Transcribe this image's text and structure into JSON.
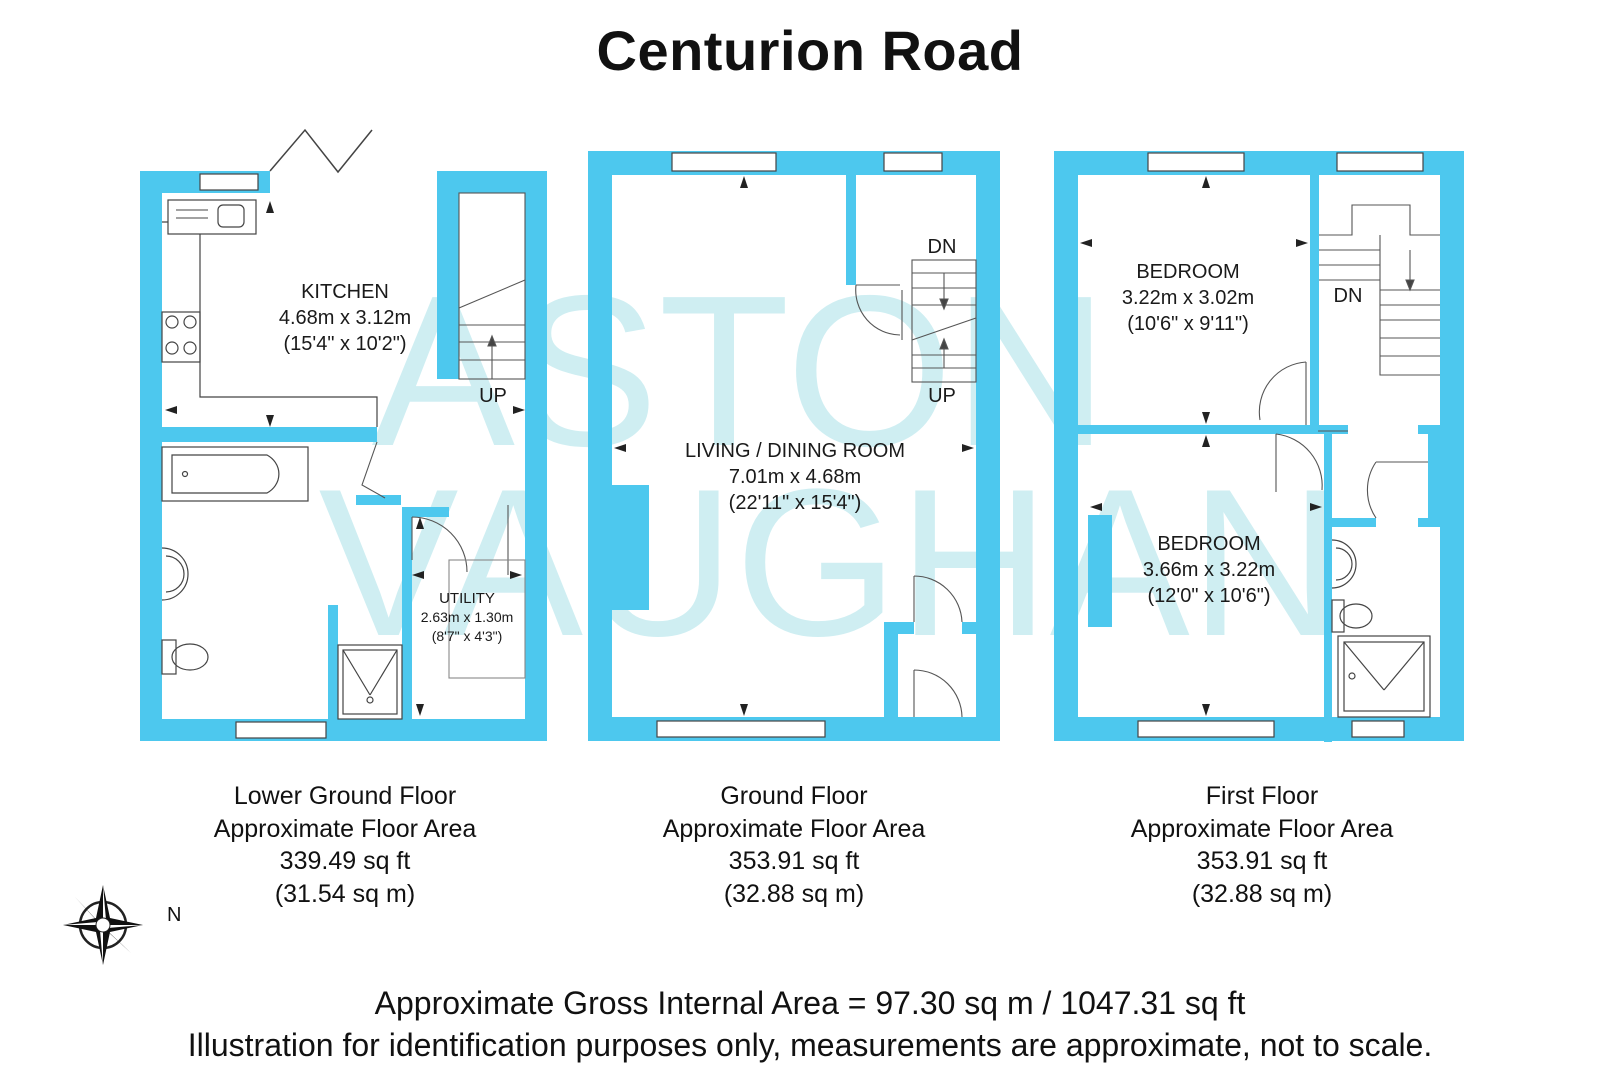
{
  "title": "Centurion Road",
  "watermark": [
    "ASTON",
    "VAUGHAN"
  ],
  "colors": {
    "wall": "#4dc8ee",
    "watermark": "#cdeef2",
    "fixture_stroke": "#555555"
  },
  "compass": {
    "label": "N",
    "icon": "compass-rose-icon"
  },
  "floors": [
    {
      "name": "Lower Ground Floor",
      "area_label": "Approximate Floor Area",
      "area_sqft": "339.49 sq ft",
      "area_sqm": "(31.54 sq m)",
      "rooms": [
        {
          "name": "KITCHEN",
          "size_m": "4.68m x 3.12m",
          "size_ft": "(15'4\" x 10'2\")"
        },
        {
          "name": "UTILITY",
          "size_m": "2.63m x 1.30m",
          "size_ft": "(8'7\" x 4'3\")"
        }
      ],
      "stair_label": "UP"
    },
    {
      "name": "Ground Floor",
      "area_label": "Approximate Floor Area",
      "area_sqft": "353.91 sq ft",
      "area_sqm": "(32.88 sq m)",
      "rooms": [
        {
          "name": "LIVING / DINING ROOM",
          "size_m": "7.01m x 4.68m",
          "size_ft": "(22'11\" x 15'4\")"
        }
      ],
      "stair_labels": [
        "DN",
        "UP"
      ]
    },
    {
      "name": "First Floor",
      "area_label": "Approximate Floor Area",
      "area_sqft": "353.91 sq ft",
      "area_sqm": "(32.88 sq m)",
      "rooms": [
        {
          "name": "BEDROOM",
          "size_m": "3.22m x 3.02m",
          "size_ft": "(10'6\" x 9'11\")"
        },
        {
          "name": "BEDROOM",
          "size_m": "3.66m x 3.22m",
          "size_ft": "(12'0\" x 10'6\")"
        }
      ],
      "stair_label": "DN"
    }
  ],
  "gross_area": "Approximate Gross Internal Area = 97.30 sq m / 1047.31 sq ft",
  "disclaimer": "Illustration for identification purposes only, measurements are approximate, not to scale."
}
